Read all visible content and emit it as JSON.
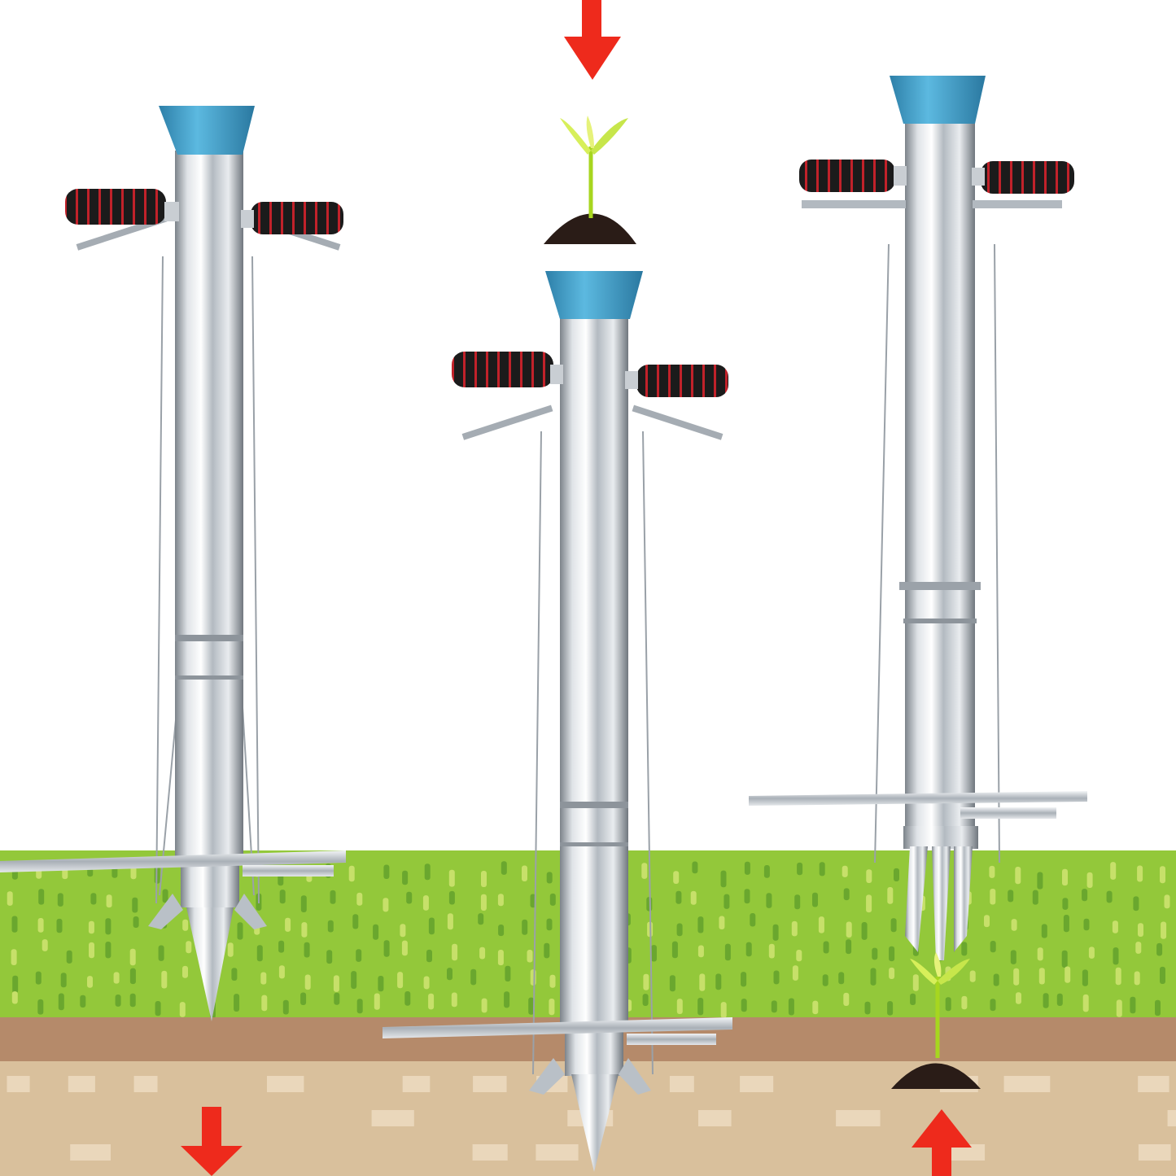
{
  "scene": {
    "colors": {
      "sky": "#ffffff",
      "grass": "#93c83a",
      "grass_dark": "#6aa72e",
      "grass_light": "#c7e06a",
      "soil_stripe": "#b58a6a",
      "soil": "#d9c09c",
      "soil_block": "#ead7bb",
      "arrow": "#ee2a1c",
      "steel_light": "#f4f6f8",
      "steel_mid": "#b9c0c7",
      "steel_dark": "#6d7379",
      "cap": "#3fa0cc",
      "grip": "#1b1b1b",
      "grip_ring": "#c1222a",
      "seedling": "#a7d61f",
      "dirt": "#2a1c17"
    },
    "tools": [
      {
        "step": "inserting",
        "arrow": "down-bottom"
      },
      {
        "step": "loading",
        "arrow": "down-top"
      },
      {
        "step": "releasing",
        "arrow": "up-bottom"
      }
    ]
  }
}
